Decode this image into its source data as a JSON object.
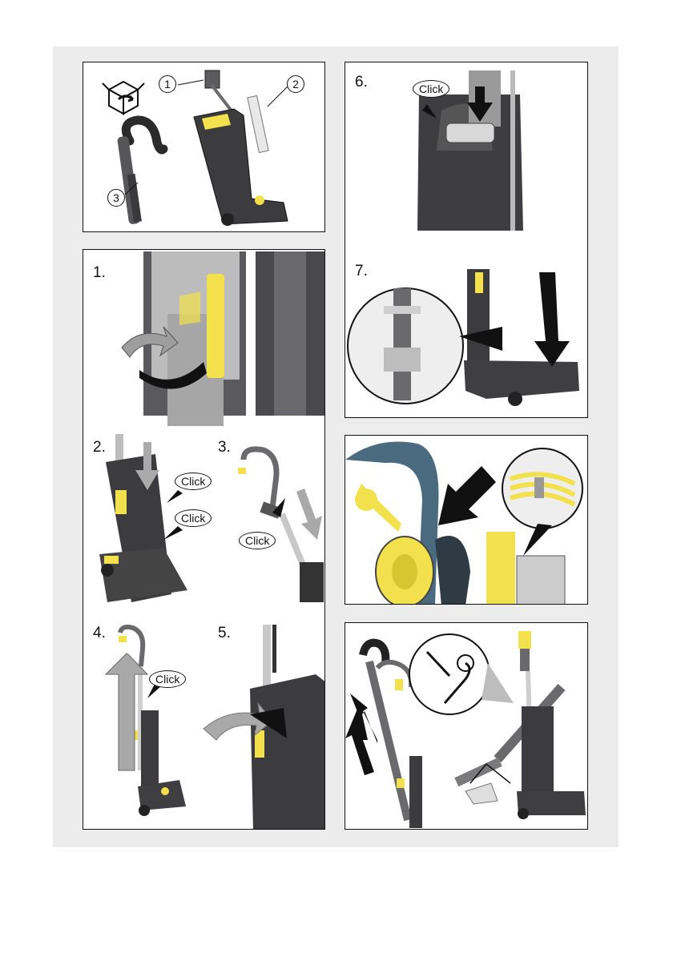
{
  "colors": {
    "accent_yellow": "#f2e14c",
    "machine_dark": "#3c3c3e",
    "arrow_grey": "#a9a9a9",
    "arrow_black": "#111111",
    "hose_blue": "#4a6a80"
  },
  "top_panel": {
    "part_numbers": [
      "1",
      "2",
      "3"
    ],
    "icon": "unboxing-icon"
  },
  "left_panel": {
    "steps": [
      "1.",
      "2.",
      "3.",
      "4.",
      "5."
    ]
  },
  "right_panel": {
    "steps": [
      "6.",
      "7."
    ]
  },
  "callouts": {
    "step2_a": "Click",
    "step2_b": "Click",
    "step3": "Click",
    "step4": "Click",
    "step6": "Click"
  }
}
